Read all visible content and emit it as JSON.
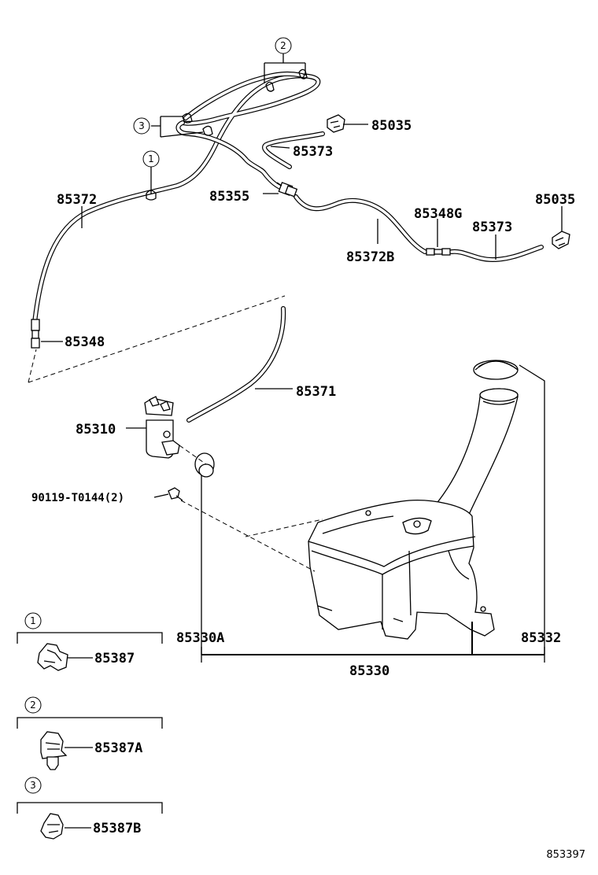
{
  "diagram_id": "853397",
  "parts": {
    "p85035_top": "85035",
    "p85373_top": "85373",
    "p85372": "85372",
    "p85355": "85355",
    "p85348g": "85348G",
    "p85373_right": "85373",
    "p85035_right": "85035",
    "p85372b": "85372B",
    "p85348": "85348",
    "p85371": "85371",
    "p85310": "85310",
    "p90119": "90119-T0144(2)",
    "p85330a": "85330A",
    "p85332": "85332",
    "p85330": "85330",
    "p85387": "85387",
    "p85387a": "85387A",
    "p85387b": "85387B"
  },
  "callouts": {
    "c1": "1",
    "c2": "2",
    "c3": "3"
  },
  "legend": [
    {
      "num": "1",
      "part": "85387"
    },
    {
      "num": "2",
      "part": "85387A"
    },
    {
      "num": "3",
      "part": "85387B"
    }
  ]
}
